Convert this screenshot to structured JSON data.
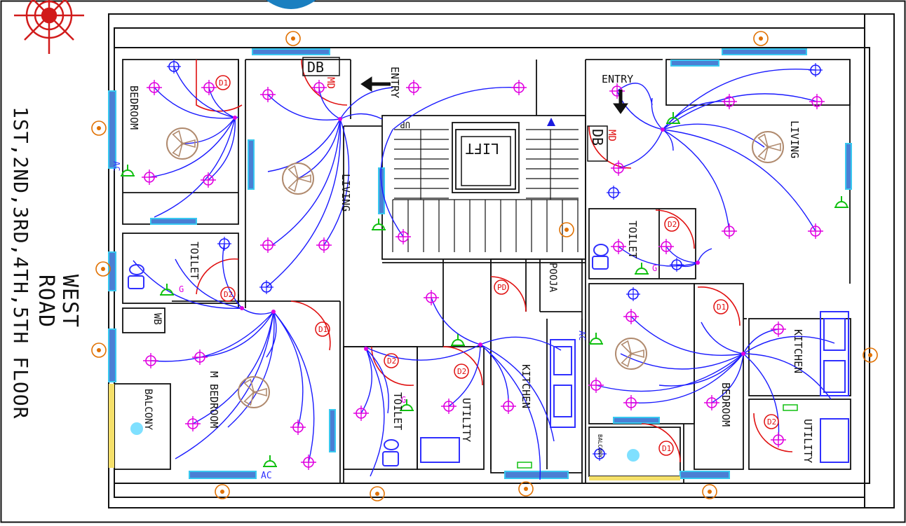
{
  "diagram": {
    "orientation": {
      "road": "WEST\nROAD",
      "floors": "1ST,2ND,3RD,4TH,5TH FLOOR"
    },
    "rooms": {
      "bedroom_nw": "BEDROOM",
      "toilet_w": "TOILET",
      "wb": "WB",
      "balcony_w": "BALCONY",
      "m_bedroom": "M BEDROOM",
      "living_w": "LIVING",
      "toilet_sw": "TOILET",
      "utility_c": "UTILITY",
      "kitchen_c": "KITCHEN",
      "pooja": "POOJA",
      "lift": "LIFT",
      "up": "UP",
      "living_e": "LIVING",
      "toilet_e": "TOILET",
      "bedroom_se": "BEDROOM",
      "kitchen_e": "KITCHEN",
      "utility_e": "UTILITY",
      "balcony_e": "BALCONY"
    },
    "entries": {
      "entry_w": "ENTRY",
      "entry_e": "ENTRY"
    },
    "db_labels": {
      "db_w": "DB",
      "db_e": "DB"
    },
    "md_labels": {
      "md_w": "MD",
      "md_e": "MD"
    },
    "door_tags": {
      "d1": "D1",
      "d2": "D2",
      "pd": "PD"
    },
    "ac_tags": {
      "ac": "AC"
    },
    "geyser_tag": "G",
    "colors": {
      "wall": "#111111",
      "wire": "#1a1aff",
      "light": "#e000e0",
      "door_swing": "#e01010",
      "door_tag": "#e01010",
      "fan": "#b08a6e",
      "window": "#4a7fd4",
      "window_glow": "#38c8f0",
      "socket": "#10c010",
      "pipe": "#e07000",
      "compass": "#d11b1b",
      "boundary": "#e02020",
      "fixture": "#3030ff"
    }
  }
}
